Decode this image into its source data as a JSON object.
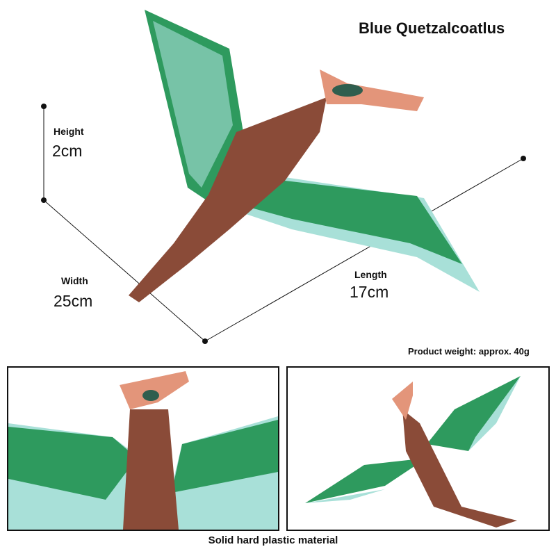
{
  "title": "Blue Quetzalcoatlus",
  "dimensions": {
    "height": {
      "label": "Height",
      "value": "2cm"
    },
    "width": {
      "label": "Width",
      "value": "25cm"
    },
    "length": {
      "label": "Length",
      "value": "17cm"
    }
  },
  "weight": "Product weight: approx. 40g",
  "caption": "Solid hard plastic material",
  "colors": {
    "wing_green": "#2e9a5e",
    "wing_light": "#a8e0d8",
    "body": "#8a4b38",
    "beak": "#e3957a"
  }
}
